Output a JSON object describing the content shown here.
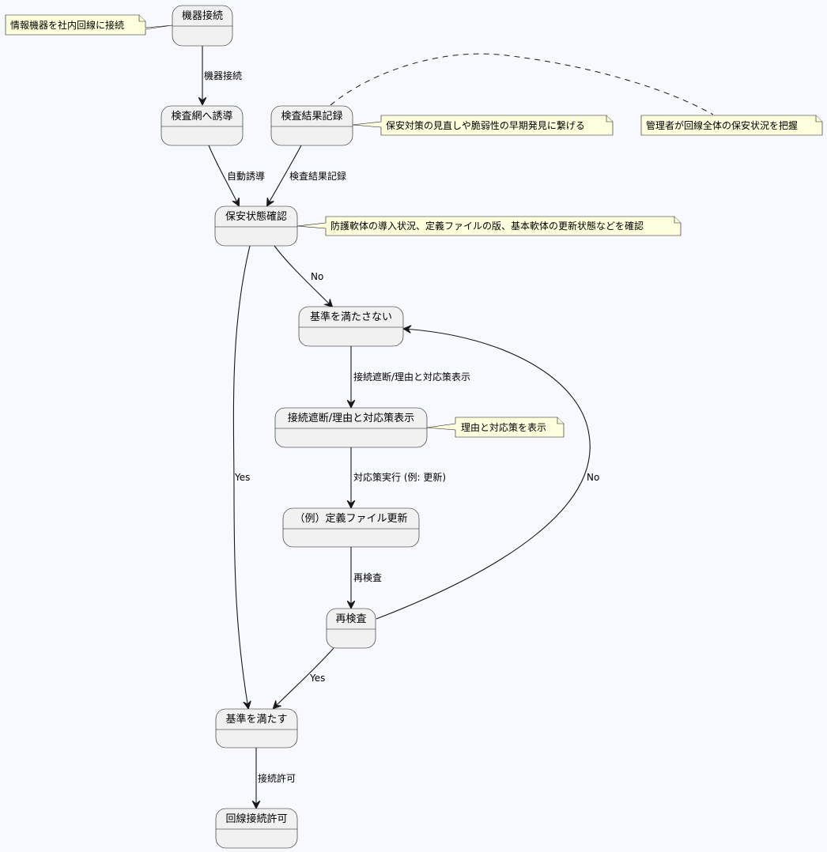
{
  "states": {
    "device_connect": "機器接続",
    "redirect_inspection": "検査網へ誘導",
    "record_results": "検査結果記録",
    "security_check": "保安状態確認",
    "not_meet": "基準を満たさない",
    "block_show": "接続遮断/理由と対応策表示",
    "update_definition": "（例）定義ファイル更新",
    "recheck": "再検査",
    "meet": "基準を満たす",
    "network_allowed": "回線接続許可"
  },
  "edges": {
    "device_connect": "機器接続",
    "auto_redirect": "自動誘導",
    "record_results": "検査結果記録",
    "no_1": "No",
    "yes_1": "Yes",
    "block_show": "接続遮断/理由と対応策表示",
    "countermeasure": "対応策実行 (例: 更新)",
    "recheck": "再検査",
    "no_2": "No",
    "yes_2": "Yes",
    "allow": "接続許可"
  },
  "notes": {
    "connect_note": "情報機器を社内回線に接続",
    "results_note": "保安対策の見直しや脆弱性の早期発見に繋げる",
    "admin_note": "管理者が回線全体の保安状況を把握",
    "check_note": "防護軟体の導入状況、定義ファイルの版、基本軟体の更新状態などを確認",
    "block_note": "理由と対応策を表示"
  }
}
